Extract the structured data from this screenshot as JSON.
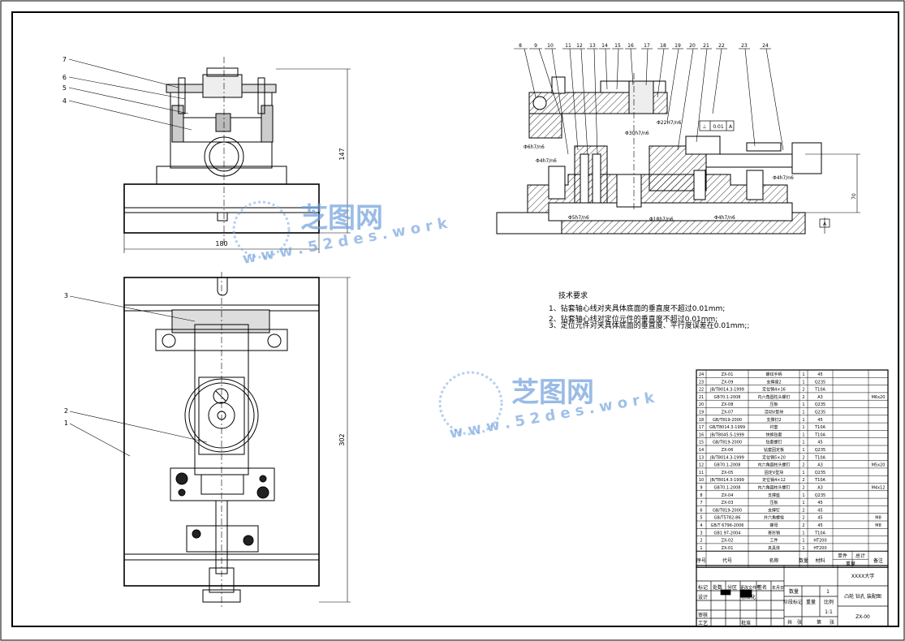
{
  "callouts": {
    "front_view": [
      "7",
      "6",
      "5",
      "4"
    ],
    "top_view": [
      "3",
      "2",
      "1"
    ],
    "section_view": [
      "8",
      "9",
      "10",
      "11",
      "12",
      "13",
      "14",
      "15",
      "16",
      "17",
      "18",
      "19",
      "20",
      "21",
      "22",
      "23",
      "24"
    ]
  },
  "dimensions": {
    "front_height": "147",
    "front_width": "180",
    "top_height": "302",
    "section_height": "70",
    "fit_22": "Φ22H7/n6",
    "fit_30": "Φ30h7/n6",
    "fit_6": "Φ6h7/n6",
    "fit_4_left": "Φ4h7/n6",
    "fit_4_right": "Φ4h7/n6",
    "fit_5": "Φ5h7/n6",
    "fit_18": "Φ18h7/n6",
    "fit_4_bottom": "Φ4h7/n6",
    "tolerance_frame": [
      "⊥",
      "0.01",
      "A"
    ],
    "datum": "A"
  },
  "watermark": {
    "brand": "芝图网",
    "url": "w w w . 5 2 d e s . w o r k"
  },
  "tech_requirements": {
    "title": "技术要求",
    "items": [
      "1、钻套轴心线对夹具体底面的垂直度不超过0.01mm;",
      "2、钻套轴心线对定位元件的垂直度不超过0.01mm;",
      "3、定位元件对夹具体底面的垂直度、平行度误差在0.01mm;;"
    ]
  },
  "bom": {
    "rows": [
      [
        "24",
        "ZX-01",
        "螺纹手柄",
        "1",
        "45",
        ""
      ],
      [
        "23",
        "ZX-09",
        "支撑座2",
        "1",
        "Q235",
        ""
      ],
      [
        "22",
        "JB/T8014.3-1999",
        "定位销4×16",
        "2",
        "T10A",
        ""
      ],
      [
        "21",
        "GB70.1-2008",
        "内六角圆柱头螺钉",
        "2",
        "A3",
        "M6x20"
      ],
      [
        "20",
        "ZX-08",
        "压板",
        "1",
        "Q235",
        ""
      ],
      [
        "19",
        "ZX-07",
        "活动V型块",
        "1",
        "Q235",
        ""
      ],
      [
        "18",
        "GB/T819-2000",
        "支撑钉2",
        "1",
        "45",
        ""
      ],
      [
        "17",
        "GB/T8014.3-1999",
        "衬套",
        "1",
        "T10A",
        ""
      ],
      [
        "16",
        "JB/T8045.5-1999",
        "快换钻套",
        "1",
        "T10A",
        ""
      ],
      [
        "15",
        "GB/T819-2000",
        "钻套螺钉",
        "1",
        "45",
        ""
      ],
      [
        "14",
        "ZX-06",
        "钻套固定板",
        "1",
        "Q235",
        ""
      ],
      [
        "13",
        "JB/T8014.3-1999",
        "定位销5×20",
        "2",
        "T10A",
        ""
      ],
      [
        "12",
        "GB70.1-2008",
        "内六角圆柱头螺钉",
        "2",
        "A3",
        "M5x20"
      ],
      [
        "11",
        "ZX-05",
        "固定V型块",
        "1",
        "Q235",
        ""
      ],
      [
        "10",
        "JB/T8014.3-1999",
        "定位销4×12",
        "2",
        "T10A",
        ""
      ],
      [
        "9",
        "GB70.1-2008",
        "内六角圆柱头螺钉",
        "2",
        "A3",
        "M4x12"
      ],
      [
        "8",
        "ZX-04",
        "支撑座",
        "1",
        "Q235",
        ""
      ],
      [
        "7",
        "ZX-03",
        "压板",
        "1",
        "45",
        ""
      ],
      [
        "6",
        "GB/T819-2000",
        "支撑钉",
        "2",
        "45",
        ""
      ],
      [
        "5",
        "GB/T5782-86",
        "外六角螺栓",
        "2",
        "45",
        "M8"
      ],
      [
        "4",
        "GB/T 6796-2006",
        "螺母",
        "2",
        "45",
        "M8"
      ],
      [
        "3",
        "GB1 97-2004",
        "菱形销",
        "1",
        "T10A",
        ""
      ],
      [
        "2",
        "ZX-02",
        "工件",
        "1",
        "HT200",
        ""
      ],
      [
        "1",
        "ZX-01",
        "夹具体",
        "1",
        "HT200",
        ""
      ]
    ],
    "header": {
      "seq": "序号",
      "code": "代号",
      "name": "名称",
      "qty": "数量",
      "material": "材料",
      "unit_weight": "单件",
      "total_weight": "总计",
      "weight": "重量",
      "remark": "备注"
    }
  },
  "title_block": {
    "school": "XXXX大学",
    "drawing_name": "凸轮 钻孔 装配图",
    "drawing_no": "ZX-00",
    "qty_label": "数量",
    "qty": "1",
    "scale_label": "比例",
    "scale": "1:1",
    "weight_label": "重量",
    "stage_label": "阶段标记",
    "sheet_total": "共",
    "sheet_label": "张",
    "sheet_no": "第",
    "sheet_no_label": "张",
    "mark_label": "标记",
    "count_label": "处数",
    "zone_label": "分区",
    "doc_label": "更改文件号",
    "sign_label": "签名",
    "date_label": "年月日",
    "design_label": "设计",
    "std_label": "标准化",
    "review_label": "审核",
    "process_label": "工艺",
    "approve_label": "批准"
  }
}
